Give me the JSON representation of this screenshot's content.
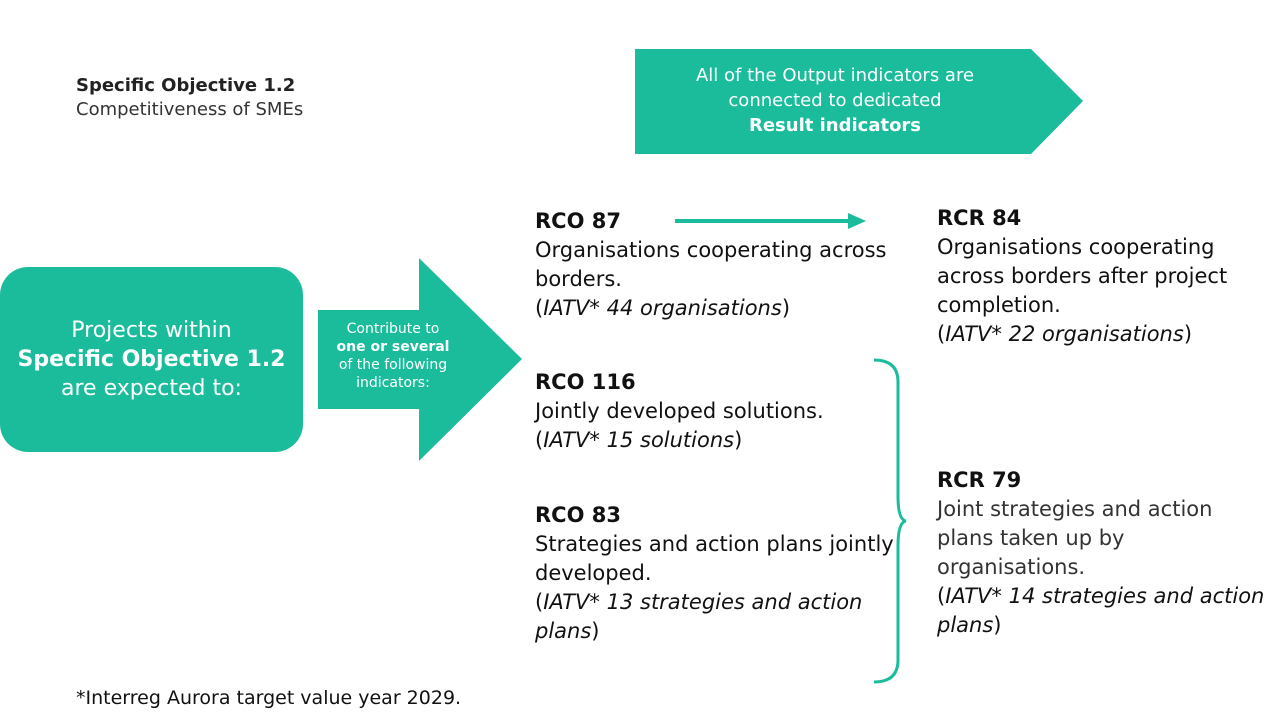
{
  "objective": {
    "title": "Specific Objective 1.2",
    "subtitle": "Competitiveness of SMEs"
  },
  "banner": {
    "line1": "All of the Output indicators are",
    "line2": "connected to dedicated",
    "bold": "Result indicators"
  },
  "projects_box": {
    "line1": "Projects within",
    "bold": "Specific Objective 1.2",
    "line3": "are expected to:"
  },
  "arrow_box": {
    "line1": "Contribute to",
    "bold": "one or several",
    "line3": "of the following",
    "line4": "indicators:"
  },
  "output_indicators": [
    {
      "code": "RCO 87",
      "description": "Organisations cooperating across borders.",
      "note_prefix": "IATV* 44 organisations"
    },
    {
      "code": "RCO 116",
      "description": "Jointly developed solutions.",
      "note_prefix": "IATV* 15 solutions"
    },
    {
      "code": "RCO 83",
      "description": "Strategies and action plans jointly developed.",
      "note_prefix": "IATV* 13 strategies and action plans"
    }
  ],
  "result_indicators": [
    {
      "code": "RCR 84",
      "description": "Organisations cooperating across borders after project completion.",
      "note_prefix": "IATV* 22 organisations"
    },
    {
      "code": "RCR 79",
      "description": "Joint strategies and action plans taken up by organisations.",
      "note_prefix": "IATV* 14 strategies and action plans"
    }
  ],
  "footnote": "*Interreg Aurora target value year 2029.",
  "colors": {
    "accent": "#1abc9c"
  }
}
